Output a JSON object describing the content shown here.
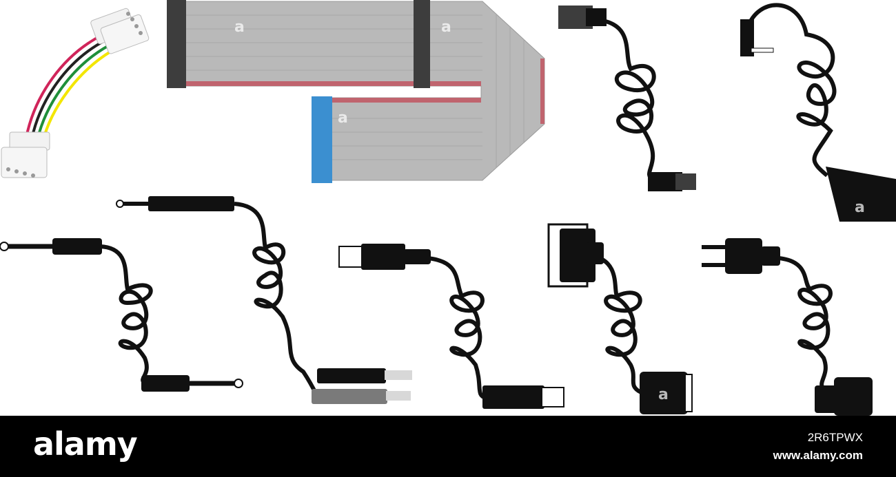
{
  "footer": {
    "logo_text": "alamy",
    "image_id": "2R6TPWX",
    "site": "www.alamy.com"
  },
  "watermark_glyph": "a",
  "colors": {
    "cable": "#111111",
    "ribbon_gray": "#b9b9b9",
    "ribbon_stripe": "#c0646e",
    "ide_connector": "#3d3d3d",
    "ide_connector_blue": "#3b8fd0",
    "molex_white": "#f2f2f2",
    "wire_red": "#d0245a",
    "wire_black": "#222222",
    "wire_green": "#1f8f3a",
    "wire_yellow": "#f3e600",
    "plug_gray": "#7a7a7a",
    "rca_tip": "#d8d8d8",
    "footer_bg": "#000000"
  },
  "icons": [
    "molex-power-adapter-icon",
    "ide-ribbon-cable-icon",
    "rj45-network-cable-icon",
    "mini-jack-scart-cable-icon",
    "quarter-inch-jack-cable-icon",
    "mini-jack-to-rca-cable-icon",
    "usb-cable-icon",
    "parallel-db25-cable-icon",
    "power-plug-cable-icon"
  ]
}
